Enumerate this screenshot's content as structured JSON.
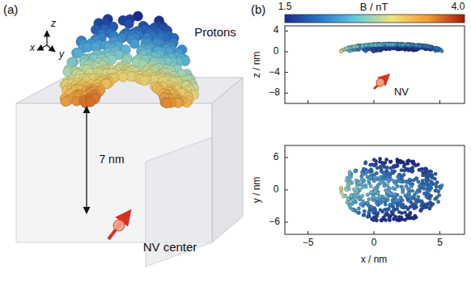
{
  "diagram": {
    "labels": [
      "(a)",
      "z",
      "x",
      "y",
      "Protons",
      "7 nm",
      "NV center",
      "(b)",
      "1.5",
      "B / nT",
      "4.0",
      "4",
      "0",
      "−4",
      "−8",
      "z / nm",
      "NV",
      "6",
      "0",
      "−6",
      "y / nm",
      "−5",
      "0",
      "5",
      "x / nm"
    ]
  }
}
